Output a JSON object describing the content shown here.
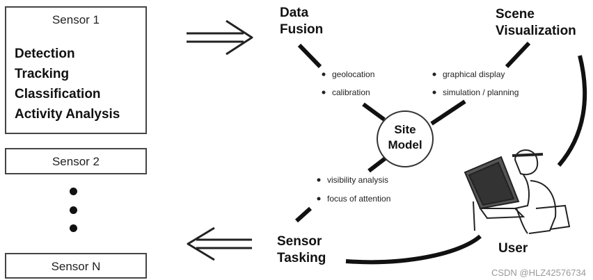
{
  "sensors": {
    "sensor1": {
      "title": "Sensor 1",
      "capabilities": [
        "Detection",
        "Tracking",
        "Classification",
        "Activity Analysis"
      ]
    },
    "sensor2": {
      "title": "Sensor 2"
    },
    "sensorN": {
      "title": "Sensor N"
    }
  },
  "nodes": {
    "data_fusion": {
      "line1": "Data",
      "line2": "Fusion"
    },
    "scene_visualization": {
      "line1": "Scene",
      "line2": "Visualization"
    },
    "sensor_tasking": {
      "line1": "Sensor",
      "line2": "Tasking"
    },
    "user": {
      "label": "User"
    },
    "site_model": {
      "line1": "Site",
      "line2": "Model"
    }
  },
  "bullets": {
    "data_fusion": [
      "geolocation",
      "calibration"
    ],
    "scene_visualization": [
      "graphical display",
      "simulation / planning"
    ],
    "sensor_tasking": [
      "visibility analysis",
      "focus of attention"
    ]
  },
  "watermark": "CSDN @HLZ42576734"
}
